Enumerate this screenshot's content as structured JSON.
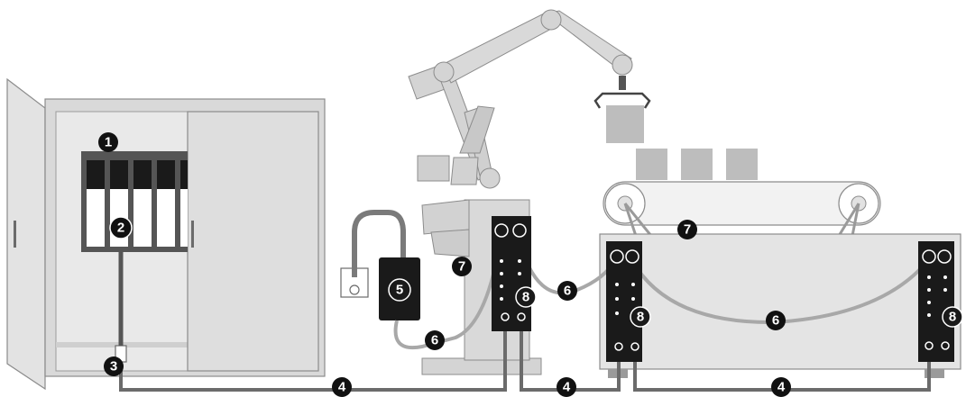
{
  "callouts": [
    {
      "id": "c1",
      "label": "1",
      "style": "filled"
    },
    {
      "id": "c2",
      "label": "2",
      "style": "filled"
    },
    {
      "id": "c3",
      "label": "3",
      "style": "filled"
    },
    {
      "id": "c4a",
      "label": "4",
      "style": "filled"
    },
    {
      "id": "c4b",
      "label": "4",
      "style": "filled"
    },
    {
      "id": "c4c",
      "label": "4",
      "style": "filled"
    },
    {
      "id": "c5",
      "label": "5",
      "style": "outline"
    },
    {
      "id": "c6a",
      "label": "6",
      "style": "filled"
    },
    {
      "id": "c6b",
      "label": "6",
      "style": "filled"
    },
    {
      "id": "c6c",
      "label": "6",
      "style": "filled"
    },
    {
      "id": "c7a",
      "label": "7",
      "style": "filled"
    },
    {
      "id": "c7b",
      "label": "7",
      "style": "filled"
    },
    {
      "id": "c8a",
      "label": "8",
      "style": "outline"
    },
    {
      "id": "c8b",
      "label": "8",
      "style": "outline"
    },
    {
      "id": "c8c",
      "label": "8",
      "style": "outline"
    }
  ],
  "colors": {
    "cabinet_fill": "#d9d9d9",
    "cabinet_stroke": "#8c8c8c",
    "module_dark": "#1a1a1a",
    "cable": "#6b6b6b",
    "cable_light": "#a8a8a8",
    "robot": "#d4d4d4",
    "box": "#bdbdbd",
    "callout_filled": "#111111",
    "callout_text_filled": "#ffffff"
  }
}
